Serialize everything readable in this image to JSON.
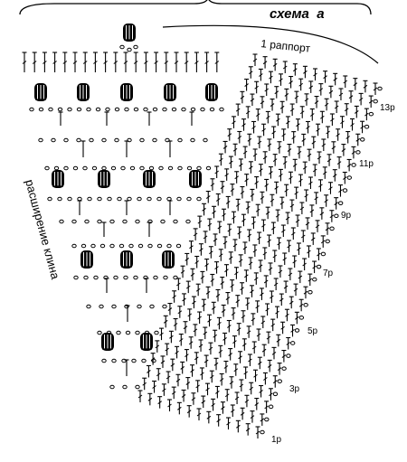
{
  "header": {
    "title": "схема  а",
    "repeat_label": "1 раппорт"
  },
  "side_label": "расширение клина",
  "row_labels": [
    "1р",
    "3р",
    "5р",
    "7р",
    "9р",
    "11р",
    "13р"
  ],
  "colors": {
    "ink": "#000000",
    "background": "#ffffff"
  },
  "symbols": [
    "double-crochet-stitch-icon",
    "chain-stitch-icon",
    "bobble-stitch-icon",
    "single-crochet-stitch-icon"
  ]
}
